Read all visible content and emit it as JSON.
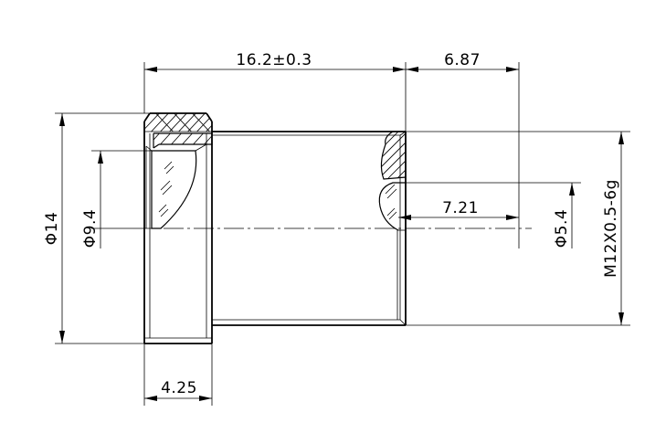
{
  "dimensions": {
    "overall_length": "16.2±0.3",
    "inner_depth": "6.87",
    "bore_depth": "7.21",
    "outer_diameter": "Φ14",
    "lens_diameter": "Φ9.4",
    "aperture_diameter": "Φ5.4",
    "thread_spec": "M12X0.5-6g",
    "flange_width": "4.25"
  },
  "colors": {
    "line": "#000000",
    "background": "#ffffff"
  }
}
